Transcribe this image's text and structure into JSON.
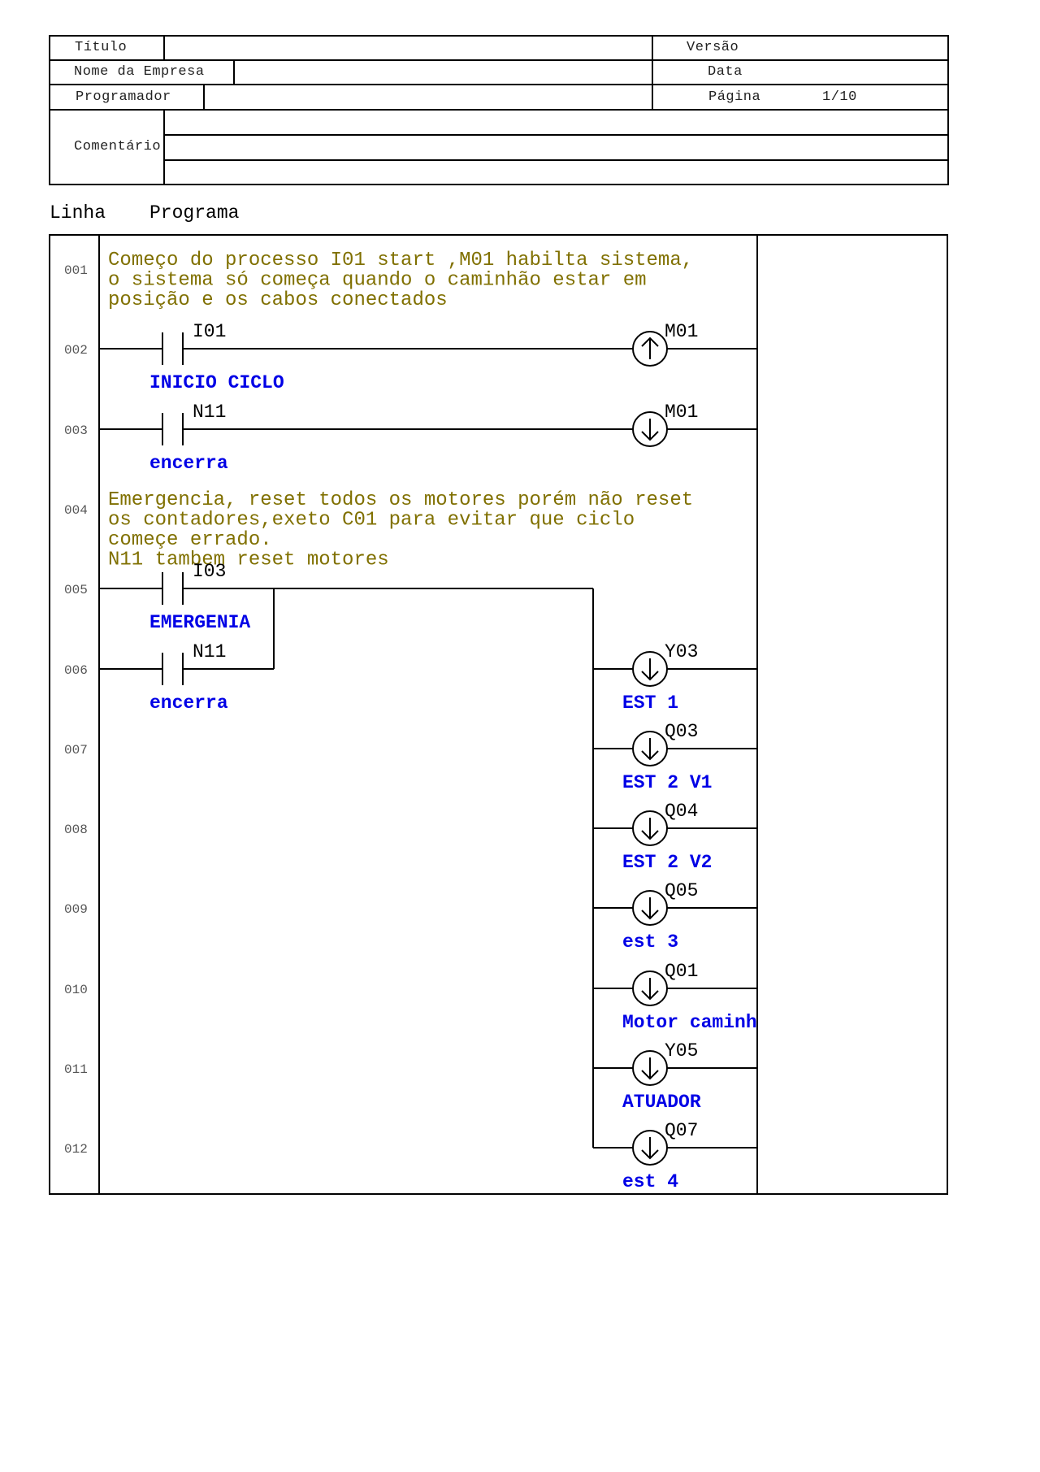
{
  "header": {
    "title_label": "Título",
    "version_label": "Versão",
    "company_label": "Nome da Empresa",
    "date_label": "Data",
    "programmer_label": "Programador",
    "page_label": "Página",
    "page_value": "1/10",
    "comment_label": "Comentário"
  },
  "section": {
    "line_header": "Linha",
    "program_header": "Programa"
  },
  "line_numbers": [
    "001",
    "002",
    "003",
    "004",
    "005",
    "006",
    "007",
    "008",
    "009",
    "010",
    "011",
    "012"
  ],
  "comments": [
    {
      "row": 0,
      "lines": [
        "Começo do processo I01 start ,M01 habilta sistema,",
        "o sistema só começa quando o caminhão estar em",
        "posição e os cabos conectados"
      ]
    },
    {
      "row": 3,
      "lines": [
        "Emergencia, reset todos os motores porém não reset",
        "os contadores,exeto C01 para evitar que ciclo",
        "começe errado.",
        "N11 tambem reset motores"
      ]
    }
  ],
  "contacts": [
    {
      "row": 1,
      "name": "I01",
      "tag": "INICIO CICLO"
    },
    {
      "row": 2,
      "name": "N11",
      "tag": "encerra"
    },
    {
      "row": 4,
      "name": "I03",
      "tag": "EMERGENIA"
    },
    {
      "row": 5,
      "name": "N11",
      "tag": "encerra"
    }
  ],
  "coils": [
    {
      "row": 1,
      "type": "set",
      "name": "M01",
      "tag": ""
    },
    {
      "row": 2,
      "type": "reset",
      "name": "M01",
      "tag": ""
    },
    {
      "row": 5,
      "type": "reset",
      "name": "Y03",
      "tag": "EST 1"
    },
    {
      "row": 6,
      "type": "reset",
      "name": "Q03",
      "tag": "EST 2 V1"
    },
    {
      "row": 7,
      "type": "reset",
      "name": "Q04",
      "tag": "EST 2 V2"
    },
    {
      "row": 8,
      "type": "reset",
      "name": "Q05",
      "tag": "est 3"
    },
    {
      "row": 9,
      "type": "reset",
      "name": "Q01",
      "tag": "Motor caminh"
    },
    {
      "row": 10,
      "type": "reset",
      "name": "Y05",
      "tag": "ATUADOR"
    },
    {
      "row": 11,
      "type": "reset",
      "name": "Q07",
      "tag": "est 4"
    }
  ]
}
